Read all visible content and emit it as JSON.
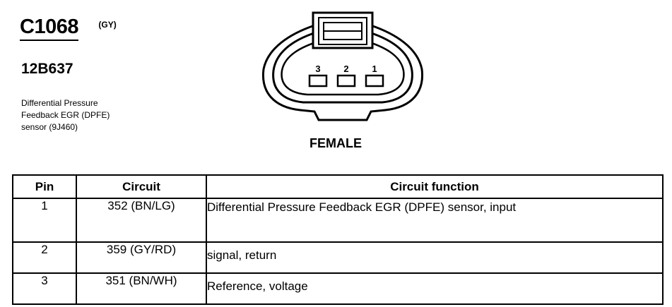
{
  "connector": {
    "id": "C1068",
    "color_code": "(GY)",
    "part_number": "12B637",
    "description_lines": [
      "Differential Pressure",
      "Feedback EGR (DPFE)",
      "sensor (9J460)"
    ],
    "gender": "FEMALE",
    "pin_labels": [
      "3",
      "2",
      "1"
    ]
  },
  "table": {
    "headers": [
      "Pin",
      "Circuit",
      "Circuit function"
    ],
    "rows": [
      {
        "pin": "1",
        "circuit": "352 (BN/LG)",
        "function": "Differential Pressure Feedback EGR (DPFE) sensor, input"
      },
      {
        "pin": "2",
        "circuit": "359 (GY/RD)",
        "function": "signal, return"
      },
      {
        "pin": "3",
        "circuit": "351 (BN/WH)",
        "function": "Reference, voltage"
      }
    ]
  }
}
